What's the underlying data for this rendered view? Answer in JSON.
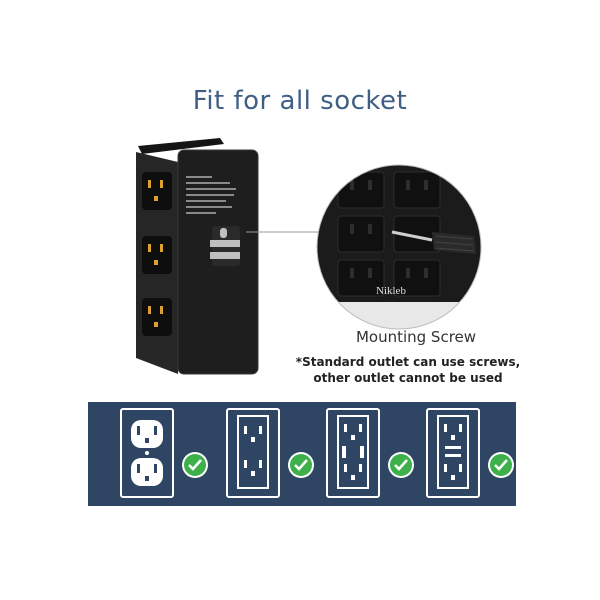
{
  "title": "Fit for all socket",
  "product": {
    "brand": "Nikleb"
  },
  "zoom": {
    "mounting_label": "Mounting Screw",
    "note_line1": "*Standard outlet can use screws,",
    "note_line2": "other outlet cannot be used"
  },
  "outlet_types": [
    {
      "name": "duplex-outlet",
      "status": "check"
    },
    {
      "name": "decora-outlet",
      "status": "check"
    },
    {
      "name": "switch-outlet",
      "status": "check"
    },
    {
      "name": "gfci-outlet",
      "status": "check"
    }
  ],
  "colors": {
    "title": "#3f5f86",
    "band": "#2e4563",
    "check": "#3eb04a",
    "device": "#1e1e1e"
  }
}
